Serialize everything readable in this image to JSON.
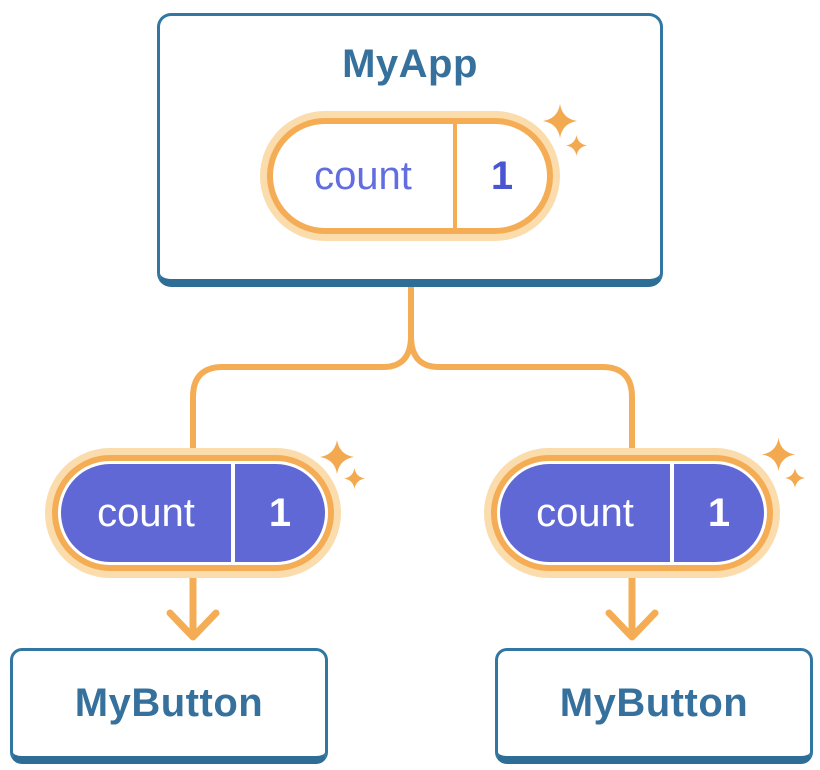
{
  "background": "#ffffff",
  "colors": {
    "background": "#ffffff",
    "card_border": "#3277a2",
    "card_border_bottom": "#2d6d96",
    "card_text": "#36719d",
    "connector": "#f5ad55",
    "pill_ring": "#f5ad55",
    "pill_glow": "#fbdcac",
    "pill_fill": "#5f68d4",
    "state_label": "#626ee0",
    "state_value": "#4a55d2",
    "sparkle": "#f3a94f"
  },
  "icons": [
    {
      "name": "sparkle-icon",
      "glyph": "four-pointed star",
      "color": "#f3a94f"
    }
  ],
  "tree": {
    "root": {
      "title": "MyApp",
      "state": {
        "label": "count",
        "value": "1"
      }
    },
    "children": [
      {
        "title": "MyButton",
        "state": {
          "label": "count",
          "value": "1"
        }
      },
      {
        "title": "MyButton",
        "state": {
          "label": "count",
          "value": "1"
        }
      }
    ]
  }
}
